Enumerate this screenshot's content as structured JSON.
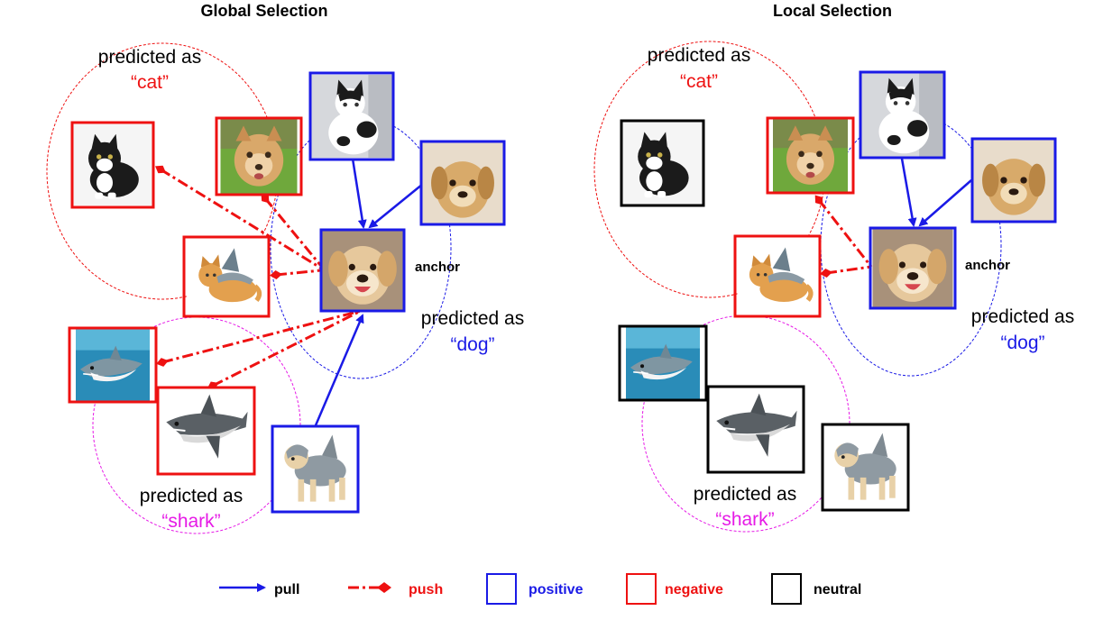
{
  "panels": [
    {
      "title": "Global Selection",
      "predicted_prefix": "predicted as",
      "classes": {
        "cat": {
          "label": "“cat”",
          "color": "#ee1111"
        },
        "dog": {
          "label": "“dog”",
          "color": "#1a1ae6"
        },
        "shark": {
          "label": "“shark”",
          "color": "#e61ae6"
        }
      },
      "anchor_label": "anchor",
      "images": [
        {
          "id": "cat-black-white",
          "depicts": "cat",
          "role": "negative"
        },
        {
          "id": "cat-dog-hybrid",
          "depicts": "cat",
          "role": "negative"
        },
        {
          "id": "cat-bw-standing",
          "depicts": "cat",
          "role": "positive"
        },
        {
          "id": "dog-puppy",
          "depicts": "dog",
          "role": "positive"
        },
        {
          "id": "cat-shark-costume",
          "depicts": "cat",
          "role": "negative"
        },
        {
          "id": "dog-anchor",
          "depicts": "dog",
          "role": "anchor"
        },
        {
          "id": "shark-underwater",
          "depicts": "shark",
          "role": "negative"
        },
        {
          "id": "shark-white",
          "depicts": "shark",
          "role": "negative"
        },
        {
          "id": "dog-shark-costume",
          "depicts": "dog",
          "role": "positive"
        }
      ]
    },
    {
      "title": "Local Selection",
      "predicted_prefix": "predicted as",
      "classes": {
        "cat": {
          "label": "“cat”",
          "color": "#ee1111"
        },
        "dog": {
          "label": "“dog”",
          "color": "#1a1ae6"
        },
        "shark": {
          "label": "“shark”",
          "color": "#e61ae6"
        }
      },
      "anchor_label": "anchor",
      "images": [
        {
          "id": "cat-black-white",
          "depicts": "cat",
          "role": "neutral"
        },
        {
          "id": "cat-dog-hybrid",
          "depicts": "cat",
          "role": "negative"
        },
        {
          "id": "cat-bw-standing",
          "depicts": "cat",
          "role": "positive"
        },
        {
          "id": "dog-puppy",
          "depicts": "dog",
          "role": "positive"
        },
        {
          "id": "cat-shark-costume",
          "depicts": "cat",
          "role": "negative"
        },
        {
          "id": "dog-anchor",
          "depicts": "dog",
          "role": "anchor"
        },
        {
          "id": "shark-underwater",
          "depicts": "shark",
          "role": "neutral"
        },
        {
          "id": "shark-white",
          "depicts": "shark",
          "role": "neutral"
        },
        {
          "id": "dog-shark-costume",
          "depicts": "dog",
          "role": "neutral"
        }
      ]
    }
  ],
  "roles": {
    "positive": "#1a1ae6",
    "negative": "#ee1111",
    "neutral": "#000000",
    "anchor": "#1a1ae6"
  },
  "legend": {
    "pull": {
      "label": "pull",
      "color": "#000000",
      "line_color": "#1a1ae6"
    },
    "push": {
      "label": "push",
      "color": "#ee1111"
    },
    "positive": {
      "label": "positive",
      "color": "#1a1ae6"
    },
    "negative": {
      "label": "negative",
      "color": "#ee1111"
    },
    "neutral": {
      "label": "neutral",
      "color": "#000000"
    }
  }
}
